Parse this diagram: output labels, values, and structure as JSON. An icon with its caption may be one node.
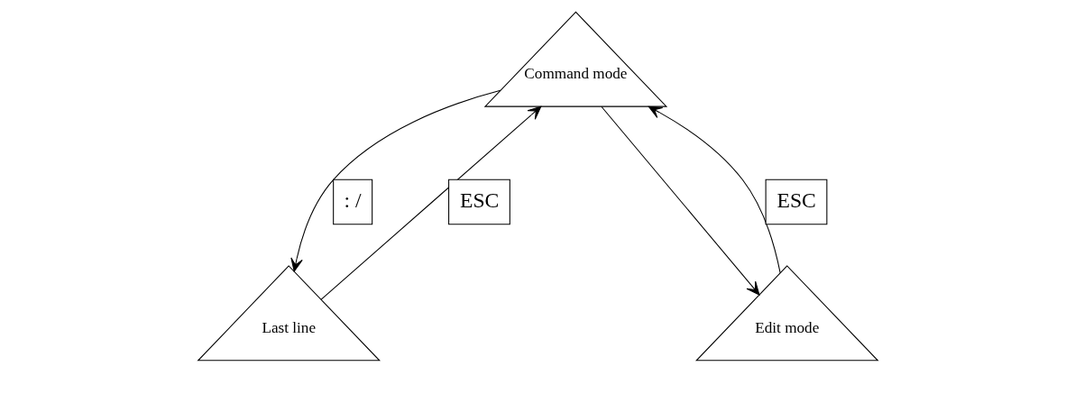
{
  "diagram": {
    "nodes": [
      {
        "text": [
          "Command mode"
        ]
      },
      {
        "text": [
          "Last line"
        ]
      },
      {
        "text": [
          "Edit mode"
        ]
      }
    ],
    "edges": [
      {
        "from": 1,
        "to": 0,
        "arrow": "to",
        "label": "ESC"
      },
      {
        "from": 0,
        "to": 1,
        "arrow": "to",
        "label": ": /"
      },
      {
        "from": 0,
        "to": 2,
        "arrow": "to"
      },
      {
        "from": 2,
        "to": 0,
        "arrow": "to",
        "label": "ESC"
      }
    ]
  }
}
